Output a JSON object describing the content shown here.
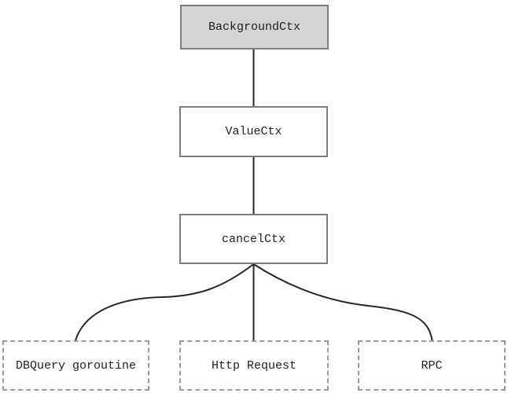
{
  "diagram": {
    "nodes": [
      {
        "id": "backgroundctx",
        "label": "BackgroundCtx",
        "style": "solid-gray-filled"
      },
      {
        "id": "valuectx",
        "label": "ValueCtx",
        "style": "solid"
      },
      {
        "id": "cancelctx",
        "label": "cancelCtx",
        "style": "solid"
      },
      {
        "id": "dbquery-goroutine",
        "label": "DBQuery goroutine",
        "style": "dashed"
      },
      {
        "id": "http-request",
        "label": "Http Request",
        "style": "dashed"
      },
      {
        "id": "rpc",
        "label": "RPC",
        "style": "dashed"
      }
    ],
    "edges": [
      {
        "from": "backgroundctx",
        "to": "valuectx"
      },
      {
        "from": "valuectx",
        "to": "cancelctx"
      },
      {
        "from": "cancelctx",
        "to": "dbquery-goroutine"
      },
      {
        "from": "cancelctx",
        "to": "http-request"
      },
      {
        "from": "cancelctx",
        "to": "rpc"
      }
    ],
    "colors": {
      "background": "#ffffff",
      "root_node_fill": "#d4d4d4",
      "node_fill": "#ffffff",
      "solid_border": "#7e7e7e",
      "dashed_border": "#9a9a9a",
      "edge_line": "#262626"
    }
  }
}
